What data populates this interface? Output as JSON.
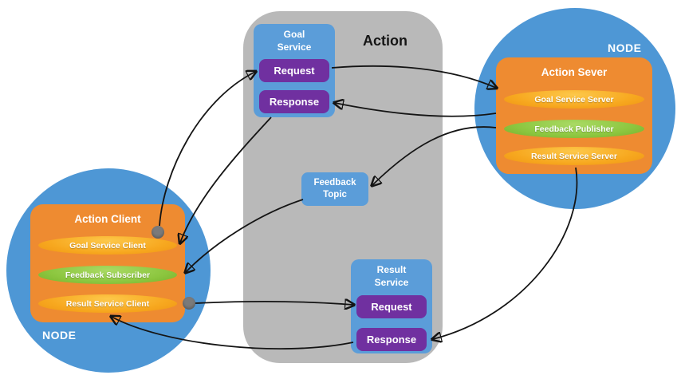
{
  "diagram": {
    "action_box": {
      "label": "Action"
    },
    "goal_service": {
      "title": "Goal\nService",
      "request_label": "Request",
      "response_label": "Response"
    },
    "feedback_topic": {
      "title": "Feedback\nTopic"
    },
    "result_service": {
      "title": "Result\nService",
      "request_label": "Request",
      "response_label": "Response"
    },
    "server_node": {
      "node_label": "NODE",
      "title": "Action Sever",
      "items": [
        {
          "label": "Goal Service Server"
        },
        {
          "label": "Feedback Publisher"
        },
        {
          "label": "Result Service Server"
        }
      ]
    },
    "client_node": {
      "node_label": "NODE",
      "title": "Action Client",
      "items": [
        {
          "label": "Goal Service Client"
        },
        {
          "label": "Feedback Subscriber"
        },
        {
          "label": "Result Service Client"
        }
      ]
    }
  },
  "colors": {
    "node_circle": "#4e97d5",
    "service_box": "#5b9dd9",
    "action_container": "#b9b9b9",
    "node_inner_box": "#ee8b31",
    "service_pill": "#f7a81f",
    "topic_pill": "#8cc63f",
    "request_button": "#7030a0",
    "arrow": "#141414"
  }
}
